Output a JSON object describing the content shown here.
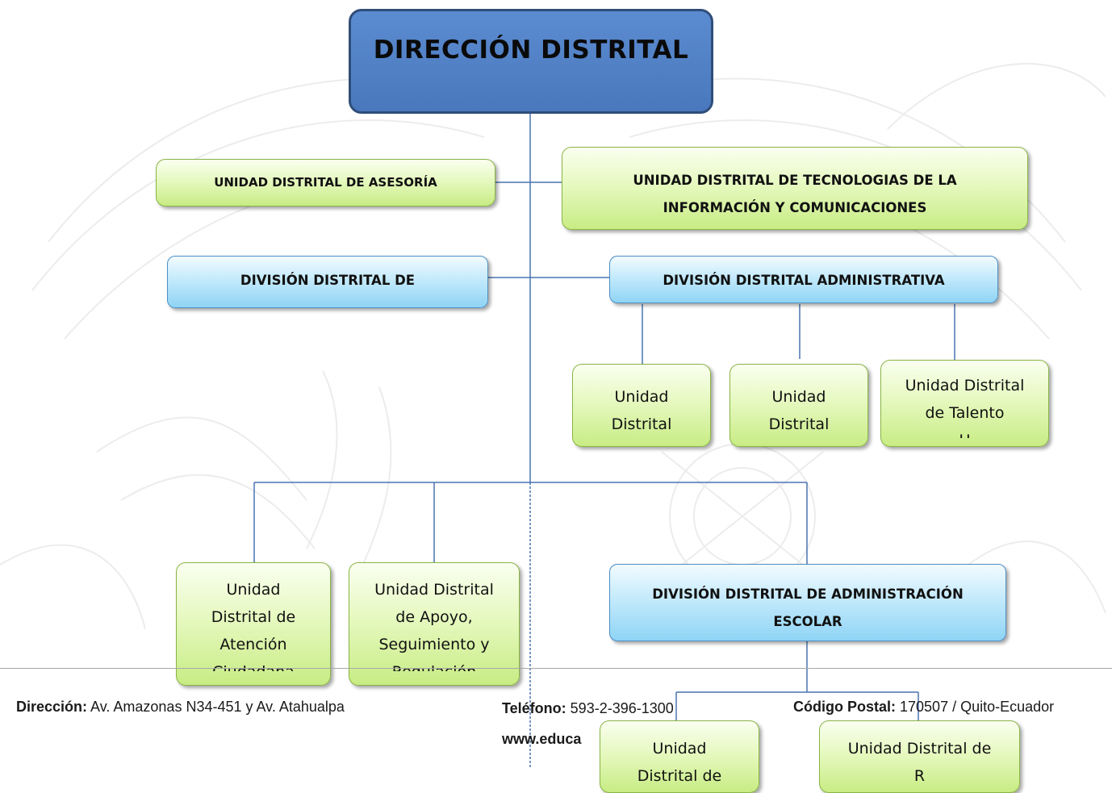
{
  "top": {
    "title": "DIRECCIÓN DISTRITAL"
  },
  "asesoria": {
    "label": "UNIDAD DISTRITAL DE ASESORÍA"
  },
  "tics": {
    "line1": "UNIDAD DISTRITAL DE TECNOLOGIAS DE LA",
    "line2": "INFORMACIÓN Y COMUNICACIONES"
  },
  "planificacion": {
    "label": "DIVISIÓN DISTRITAL DE"
  },
  "administrativa": {
    "label": "DIVISIÓN DISTRITAL ADMINISTRATIVA"
  },
  "admin_units": [
    {
      "lines": [
        "Unidad",
        "Distrital"
      ]
    },
    {
      "lines": [
        "Unidad",
        "Distrital"
      ]
    },
    {
      "lines": [
        "Unidad Distrital",
        "de Talento",
        "H"
      ]
    }
  ],
  "lower_units": [
    {
      "lines": [
        "Unidad",
        "Distrital de",
        "Atención",
        "Ciudadana"
      ]
    },
    {
      "lines": [
        "Unidad Distrital",
        "de Apoyo,",
        "Seguimiento y",
        "Regulación"
      ]
    }
  ],
  "escolar": {
    "line1": "DIVISIÓN DISTRITAL DE ADMINISTRACIÓN",
    "line2": "ESCOLAR"
  },
  "escolar_units": [
    {
      "lines": [
        "Unidad",
        "Distrital de"
      ]
    },
    {
      "lines": [
        "Unidad Distrital de",
        "R"
      ]
    }
  ],
  "footer": {
    "direccion_label": "Dirección:",
    "direccion_value": "Av. Amazonas N34-451 y Av. Atahualpa",
    "telefono_label": "Teléfono:",
    "telefono_value": "593-2-396-1300",
    "postal_label": "Código Postal:",
    "postal_value": "170507 / Quito-Ecuador",
    "web": "www.educa"
  },
  "colors": {
    "line": "#4a74b0",
    "top_fill": "#4f7fc4",
    "green_fill": "#d9f5a6",
    "blue_fill": "#b4e3fa"
  }
}
